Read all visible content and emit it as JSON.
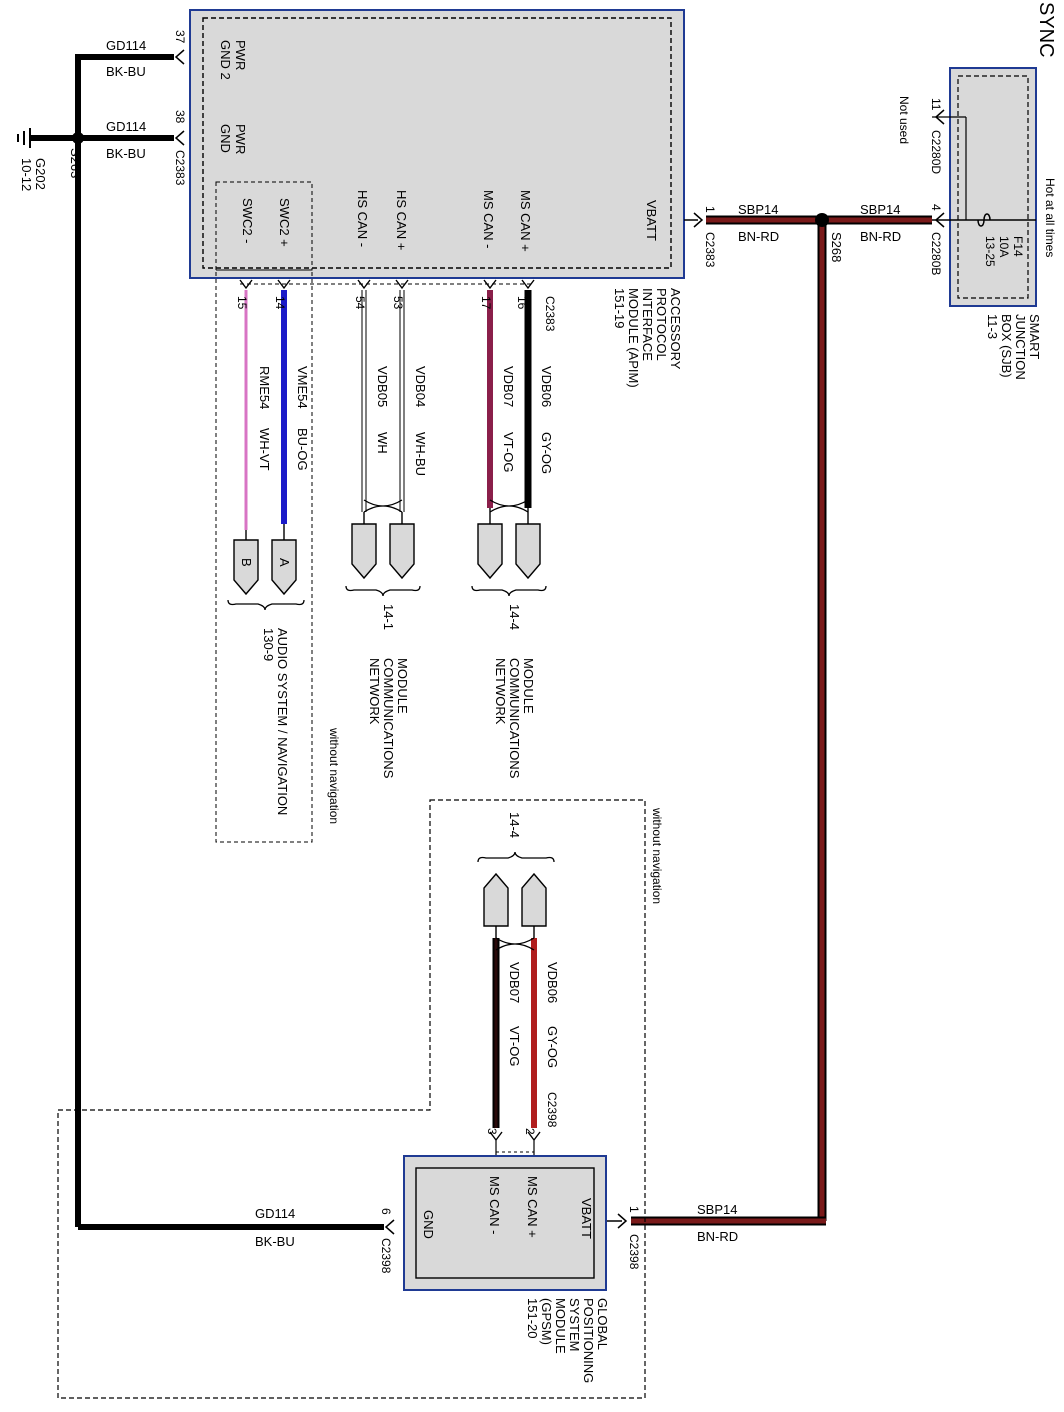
{
  "title": "SYNC",
  "colors": {
    "module_fill": "#d9d9d9",
    "module_border": "#1f3a93",
    "wire_black": "#000000",
    "wire_red": "#b01e1e",
    "wire_brown_red": "#7a1a1a",
    "wire_blue": "#1a1ac8",
    "wire_violet": "#8a1f4a",
    "wire_pink": "#d874c4"
  },
  "apim": {
    "name_lines": [
      "ACCESSORY",
      "PROTOCOL",
      "INTERFACE",
      "MODULE (APIM)",
      "151-19"
    ],
    "pins": {
      "pwr_gnd2": [
        "PWR",
        "GND 2"
      ],
      "pwr_gnd": [
        "PWR",
        "GND"
      ],
      "swc2_minus": "SWC2 -",
      "swc2_plus": "SWC2 +",
      "hs_can_minus": "HS CAN -",
      "hs_can_plus": "HS CAN +",
      "ms_can_minus": "MS CAN -",
      "ms_can_plus": "MS CAN +",
      "vbatt": "VBATT"
    },
    "pin_numbers": {
      "p37": "37",
      "p38": "38",
      "p15": "15",
      "p14": "14",
      "p54": "54",
      "p53": "53",
      "p17": "17",
      "p16": "16",
      "p1": "1"
    },
    "connectors": {
      "gnd": "C2383",
      "bottom": "C2383",
      "vbatt": "C2383"
    }
  },
  "ground": {
    "upper_circuit": "GD114",
    "upper_color": "BK-BU",
    "lower_circuit": "GD114",
    "lower_color": "BK-BU",
    "splice": "S263",
    "ground_point": [
      "G202",
      "10-12"
    ]
  },
  "power": {
    "circuit_a": "SBP14",
    "color_a": "BN-RD",
    "circuit_b": "SBP14",
    "color_b": "BN-RD",
    "circuit_c": "SBP14",
    "color_c": "BN-RD",
    "splice": "S268"
  },
  "sjb": {
    "name_lines": [
      "SMART",
      "JUNCTION",
      "BOX (SJB)",
      "11-3"
    ],
    "hot_label": "Hot at all times",
    "fuse_lines": [
      "F14",
      "10A",
      "13-25"
    ],
    "pin_11": "11",
    "conn_11": "C2280D",
    "not_used": "Not used",
    "pin_4": "4",
    "conn_4": "C2280B"
  },
  "apim_wires": [
    {
      "circuit": "VME54",
      "color": "BU-OG"
    },
    {
      "circuit": "RME54",
      "color": "WH-VT"
    },
    {
      "circuit": "VDB05",
      "color": "WH"
    },
    {
      "circuit": "VDB04",
      "color": "WH-BU"
    },
    {
      "circuit": "VDB07",
      "color": "VT-OG"
    },
    {
      "circuit": "VDB06",
      "color": "GY-OG"
    }
  ],
  "destinations": {
    "audio_pin_a": "A",
    "audio_pin_b": "B",
    "audio_name": [
      "AUDIO SYSTEM / NAVIGATION",
      "130-9"
    ],
    "audio_note": "without navigation",
    "hs_page": "14-1",
    "hs_name": [
      "MODULE",
      "COMMUNICATIONS",
      "NETWORK"
    ],
    "ms_page": "14-4",
    "ms_name": [
      "MODULE",
      "COMMUNICATIONS",
      "NETWORK"
    ]
  },
  "gpsm": {
    "page_ref": "14-4",
    "note": "without navigation",
    "wire_circuit_a": "VDB06",
    "wire_color_a": "GY-OG",
    "wire_circuit_b": "VDB07",
    "wire_color_b": "VT-OG",
    "connector_top": "C2398",
    "pin_2": "2",
    "pin_3": "3",
    "pins": {
      "vbatt": "VBATT",
      "ms_can_plus": "MS CAN +",
      "ms_can_minus": "MS CAN -",
      "gnd": "GND"
    },
    "pin_1": "1",
    "conn_1": "C2398",
    "pin_6": "6",
    "conn_6": "C2398",
    "name_lines": [
      "GLOBAL",
      "POSITIONING",
      "SYSTEM",
      "MODULE",
      "(GPSM)",
      "151-20"
    ]
  }
}
